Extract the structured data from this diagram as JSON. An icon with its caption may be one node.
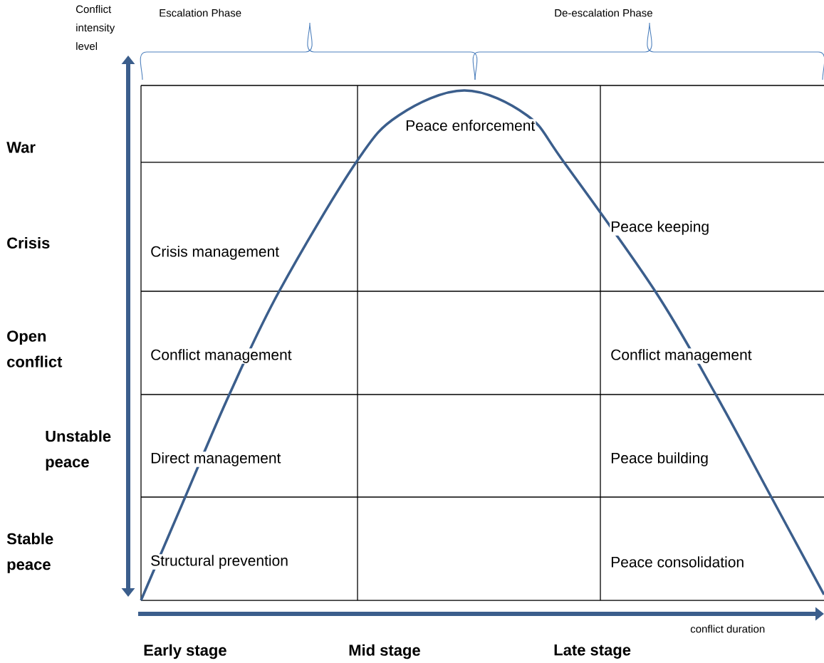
{
  "diagram": {
    "labels": [
      "Conflict intensity level",
      "Escalation Phase",
      "De-escalation Phase",
      "Peace enforcement",
      "War",
      "Peace keeping",
      "Crisis",
      "Crisis management",
      "Open conflict",
      "Conflict management",
      "Conflict management",
      "Unstable peace",
      "Direct management",
      "Peace building",
      "Stable peace",
      "Structural prevention",
      "Peace consolidation",
      "conflict duration",
      "Early stage",
      "Mid stage",
      "Late stage"
    ]
  }
}
